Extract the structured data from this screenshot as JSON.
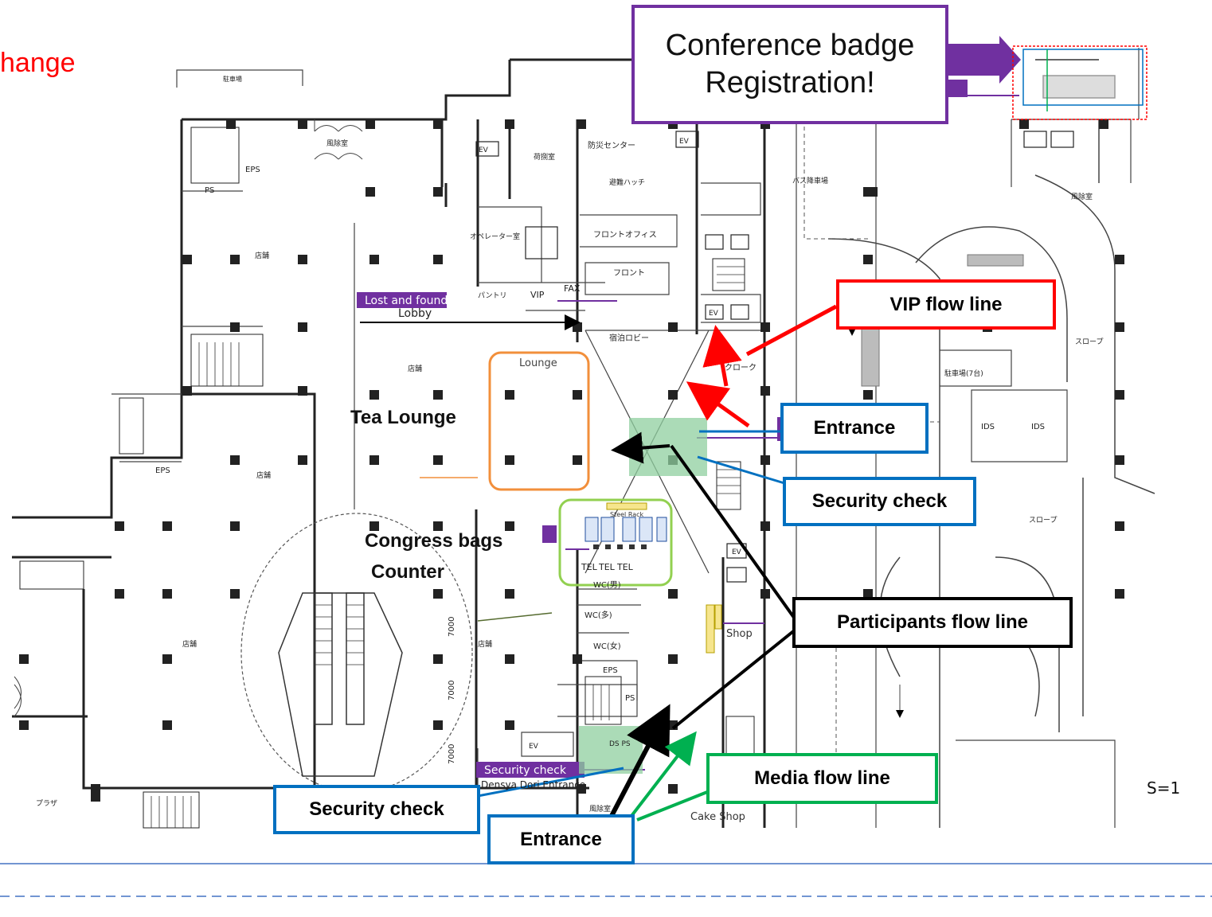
{
  "slide": {
    "corner_label": "hange",
    "badge_line1": "Conference badge",
    "badge_line2": "Registration!",
    "scale_note": "S=1"
  },
  "callouts": {
    "vip_flow": "VIP flow line",
    "entrance_right": "Entrance",
    "security_right": "Security check",
    "participants_flow": "Participants flow line",
    "media_flow": "Media flow line",
    "security_bottom": "Security check",
    "entrance_bottom": "Entrance"
  },
  "floor_labels": {
    "tea_lounge": "Tea Lounge",
    "congress_bags_1": "Congress bags",
    "congress_bags_2": "Counter",
    "lounge": "Lounge",
    "lost_found": "Lost and found",
    "lobby": "Lobby",
    "security_check_tag": "Security check",
    "densya_entrance": "Densya Dori Entrance",
    "cake_shop": "Cake Shop",
    "shop": "Shop",
    "steel_rack": "Steel Rack",
    "tel1": "TEL",
    "tel2": "TEL",
    "tel3": "TEL",
    "vip_room": "VIP",
    "fax": "FAX",
    "eps1": "EPS",
    "eps2": "EPS",
    "eps3": "EPS",
    "ds_ps1": "DS PS",
    "ps1": "PS",
    "ps2": "PS",
    "ev1": "EV",
    "ev2": "EV",
    "ev3": "EV",
    "ev4": "EV",
    "ev5": "EV",
    "ids1": "IDS",
    "ids2": "IDS",
    "dim1": "7000",
    "dim2": "7000",
    "dim3": "7000",
    "wc1": "WC(男)",
    "wc2": "WC(多)",
    "wc3": "WC(女)",
    "jp_front_office": "フロントオフィス",
    "jp_front": "フロント",
    "jp_lobby": "宿泊ロビー",
    "jp_cloak": "クローク",
    "jp_bousai": "防災センター",
    "jp_parking": "駐車場",
    "jp_shop": "店舗",
    "jp_slope": "スロープ",
    "jp_fujoshitsu": "風除室",
    "jp_plaza": "プラザ",
    "jp_bus": "バス降車場",
    "jp_parking7": "駐車場(7台)",
    "jp_operator": "オペレーター室",
    "jp_pantry": "パントリ",
    "jp_nimotsu": "荷捌室",
    "jp_hinan": "避難ハッチ"
  },
  "colors": {
    "vip": "#ff0000",
    "entrance_blue": "#0070c0",
    "participants": "#000000",
    "media": "#00b050",
    "badge": "#7030a0",
    "lounge_orange": "#f28f3b",
    "bags_green": "#92d050",
    "security_green": "#8fcf9f",
    "purple_tag": "#7030a0"
  }
}
